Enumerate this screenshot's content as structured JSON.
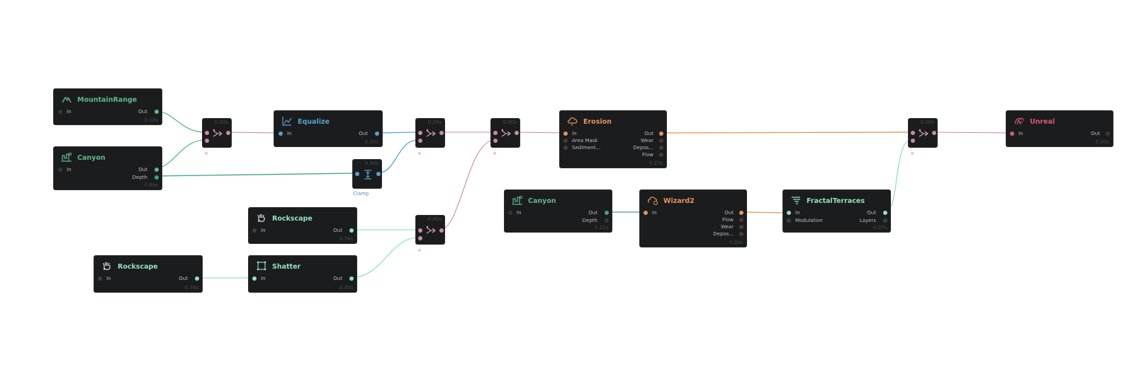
{
  "colors": {
    "green": "#5fb98b",
    "teal": "#7fd1b0",
    "blue": "#5aa0cc",
    "pink": "#c88ca6",
    "orange": "#e3955a",
    "red": "#d95a6b",
    "mint": "#93e0c0"
  },
  "nodes": {
    "mountainrange": {
      "title": "MountainRange",
      "in": "In",
      "out": "Out",
      "time": "0.10s",
      "icon": "mountain-icon"
    },
    "canyon1": {
      "title": "Canyon",
      "in": "In",
      "out": "Out",
      "depth": "Depth",
      "time": "0.89s",
      "icon": "canyon-icon"
    },
    "combine1": {
      "time": "0.00s",
      "icon": "combine-icon"
    },
    "equalize": {
      "title": "Equalize",
      "in": "In",
      "out": "Out",
      "time": "0.05s",
      "icon": "chart-icon"
    },
    "clamp": {
      "time": "0.00s",
      "label": "Clamp",
      "icon": "clamp-icon"
    },
    "combine2": {
      "time": "0.00s",
      "icon": "combine-icon"
    },
    "combine3": {
      "time": "0.00s",
      "icon": "combine-icon"
    },
    "erosion": {
      "title": "Erosion",
      "in": "In",
      "area_mask": "Area Mask",
      "sediment": "Sediment...",
      "out": "Out",
      "wear": "Wear",
      "deposits": "Depos...",
      "flow": "Flow",
      "time": "0.27s",
      "icon": "erosion-icon"
    },
    "combine5": {
      "time": "0.00s",
      "icon": "combine-icon"
    },
    "unreal": {
      "title": "Unreal",
      "in": "In",
      "out": "Out",
      "time": "0.00s",
      "icon": "unreal-icon"
    },
    "rockscape1": {
      "title": "Rockscape",
      "in": "In",
      "out": "Out",
      "time": "0.74s",
      "icon": "rock-hand-icon"
    },
    "combine4": {
      "time": "0.00s",
      "icon": "combine-icon"
    },
    "rockscape2": {
      "title": "Rockscape",
      "in": "In",
      "out": "Out",
      "time": "0.76s",
      "icon": "rock-hand-icon"
    },
    "shatter": {
      "title": "Shatter",
      "in": "In",
      "out": "Out",
      "time": "0.35s",
      "icon": "shatter-icon"
    },
    "canyon2": {
      "title": "Canyon",
      "in": "In",
      "out": "Out",
      "depth": "Depth",
      "time": "1.11s",
      "icon": "canyon-icon"
    },
    "wizard2": {
      "title": "Wizard2",
      "in": "In",
      "out": "Out",
      "flow": "Flow",
      "wear": "Wear",
      "deposits": "Depos...",
      "time": "0.30s",
      "icon": "wizard-icon"
    },
    "fractalterraces": {
      "title": "FractalTerraces",
      "in": "In",
      "modulation": "Modulation",
      "out": "Out",
      "layers": "Layers",
      "time": "0.07s",
      "icon": "terraces-icon"
    }
  }
}
